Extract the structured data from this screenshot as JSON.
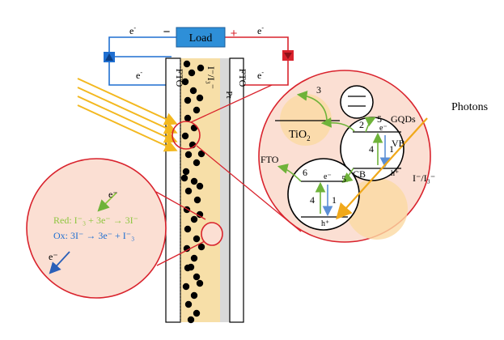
{
  "circuit": {
    "load_label": "Load",
    "minus_sign": "−",
    "plus_sign": "+",
    "electron_top_left": "e",
    "electron_top_right": "e",
    "electron_left": "e",
    "electron_right": "e",
    "electron_superscript": "-",
    "wire_left_color": "#1f6fd1",
    "wire_right_color": "#d9232d",
    "load_fill": "#2e8fd8"
  },
  "cell": {
    "fto_left": "FTO",
    "fto_right": "FTO",
    "electrolyte_label": "I⁻/I₃⁻",
    "pt_label": "Pt",
    "electrolyte_fill": "#f7dfa8",
    "pt_fill": "#d9d9d9",
    "sunlight_color": "#f3b81f"
  },
  "zoom_right": {
    "tio2_label": "TiO",
    "tio2_sub": "2",
    "fto_label": "FTO",
    "gqds_label": "GQDs",
    "photons_label": "Photons",
    "electrolyte_label": "I⁻/I₃⁻",
    "vb_label": "VB",
    "cb_label": "CB",
    "electron_label": "e⁻",
    "hole_label": "h⁺",
    "step_1": "1",
    "step_2": "2",
    "step_3": "3",
    "step_4": "4",
    "step_5": "5",
    "step_6": "6",
    "background_fill": "#fbdfd3",
    "blob_fill": "#fbd9a3"
  },
  "zoom_left": {
    "electron_in": "e⁻",
    "red_reaction": "Red: I⁻₃ + 3e⁻ → 3I⁻",
    "ox_reaction": "Ox: 3I⁻ → 3e⁻ + I⁻₃",
    "electron_out": "e⁻",
    "red_color": "#8dc63f",
    "ox_color": "#1f6fd1",
    "background_fill": "#fbdfd3"
  }
}
